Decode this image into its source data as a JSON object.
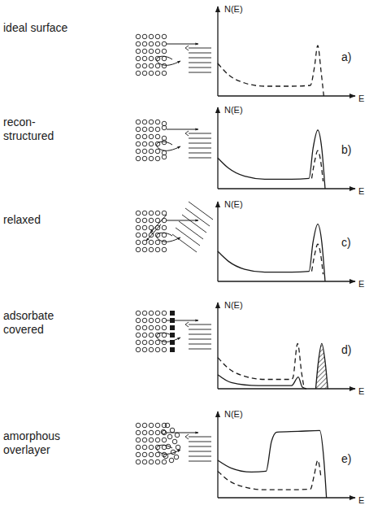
{
  "diagram": {
    "labels": [
      "ideal surface",
      "N(E)",
      "E",
      "a)",
      "recon- structured",
      "N(E)",
      "E",
      "b)",
      "relaxed",
      "N(E)",
      "E",
      "c)",
      "adsorbate covered",
      "N(E)",
      "E",
      "d)",
      "amorphous overlayer",
      "N(E)",
      "E",
      "e)"
    ]
  }
}
